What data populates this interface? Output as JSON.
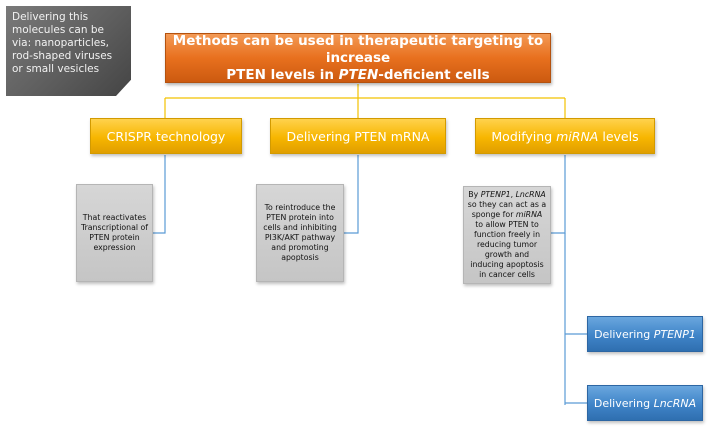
{
  "note": {
    "text": "Delivering this molecules can be via: nanoparticles, rod-shaped viruses or small vesicles"
  },
  "main": {
    "line1": "Methods can be used in therapeutic targeting to increase",
    "line2_pre": "PTEN levels in ",
    "line2_italic": "PTEN",
    "line2_post": "-deficient cells"
  },
  "categories": [
    {
      "text": "CRISPR technology"
    },
    {
      "text": "Delivering PTEN mRNA"
    },
    {
      "pre": "Modifying ",
      "italic": "miRNA",
      "post": " levels"
    }
  ],
  "descriptions": {
    "crispr": "That reactivates Transcriptional of PTEN protein expression",
    "mrna": "To reintroduce the PTEN protein into cells and inhibiting PI3K/AKT pathway and promoting apoptosis",
    "mirna": {
      "t1": "By ",
      "i1": "PTENP1",
      "t2": ", ",
      "i2": "LncRNA",
      "t3": " so they can act as a sponge for ",
      "i3": "miRNA",
      "t4": " to allow PTEN to function freely in reducing tumor growth and inducing apoptosis in cancer cells"
    }
  },
  "deliveries": [
    {
      "pre": "Delivering ",
      "italic": "PTENP1"
    },
    {
      "pre": "Delivering ",
      "italic": "LncRNA"
    }
  ],
  "colors": {
    "connector": "#f2c200",
    "connector_blue": "#5b9bd5"
  }
}
